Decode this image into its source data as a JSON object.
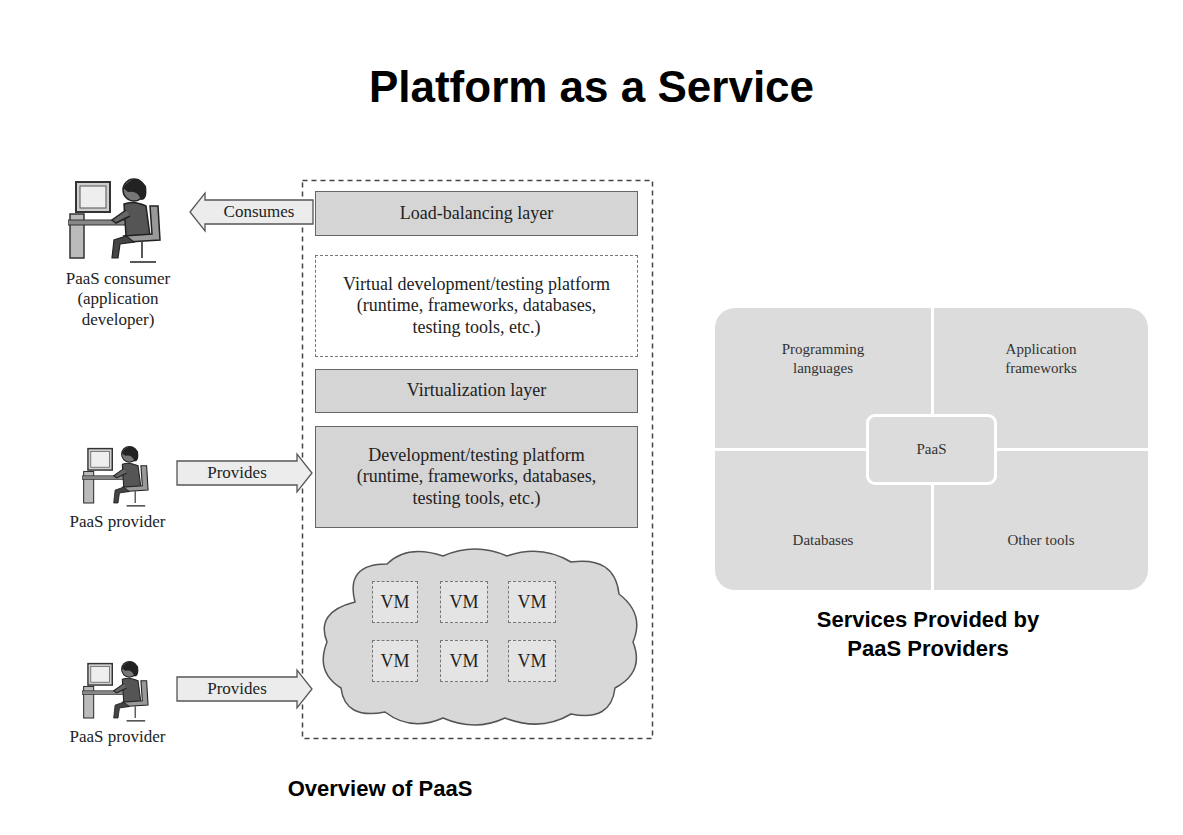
{
  "diagram": {
    "title": "Platform as a Service",
    "nodes": [
      {
        "text": [
          "PaaS consumer (application developer)"
        ]
      },
      {
        "text": [
          "Load-balancing layer"
        ]
      },
      {
        "text": [
          "Virtual development/testing platform (runtime, frameworks, databases, testing tools, etc.)"
        ]
      },
      {
        "text": [
          "Virtualization layer"
        ]
      },
      {
        "text": [
          "PaaS provider"
        ]
      },
      {
        "text": [
          "Development/testing platform (runtime, frameworks, databases, testing tools, etc.)"
        ]
      },
      {
        "text": []
      },
      {
        "text": [
          "VM"
        ],
        "in": 6
      },
      {
        "text": [
          "VM"
        ],
        "in": 6
      },
      {
        "text": [
          "VM"
        ],
        "in": 6
      },
      {
        "text": [
          "VM"
        ],
        "in": 6
      },
      {
        "text": [
          "VM"
        ],
        "in": 6
      },
      {
        "text": [
          "VM"
        ],
        "in": 6
      },
      {
        "text": [
          "PaaS provider"
        ]
      },
      {
        "text": []
      },
      {
        "text": [
          "Programming languages"
        ],
        "in": 14
      },
      {
        "text": [
          "Application frameworks"
        ],
        "in": 14
      },
      {
        "text": [
          "PaaS"
        ],
        "in": 14
      },
      {
        "text": [
          "Databases"
        ],
        "in": 14
      },
      {
        "text": [
          "Other tools"
        ],
        "in": 14
      }
    ],
    "edges": [
      {
        "from": 1,
        "to": 0,
        "arrow": "to",
        "label": "Consumes"
      },
      {
        "from": 4,
        "to": 5,
        "arrow": "to",
        "label": "Provides"
      },
      {
        "from": 13,
        "to": 6,
        "arrow": "to",
        "label": "Provides"
      }
    ],
    "labels": [
      "Overview of PaaS",
      "Services Provided by PaaS Providers"
    ]
  }
}
